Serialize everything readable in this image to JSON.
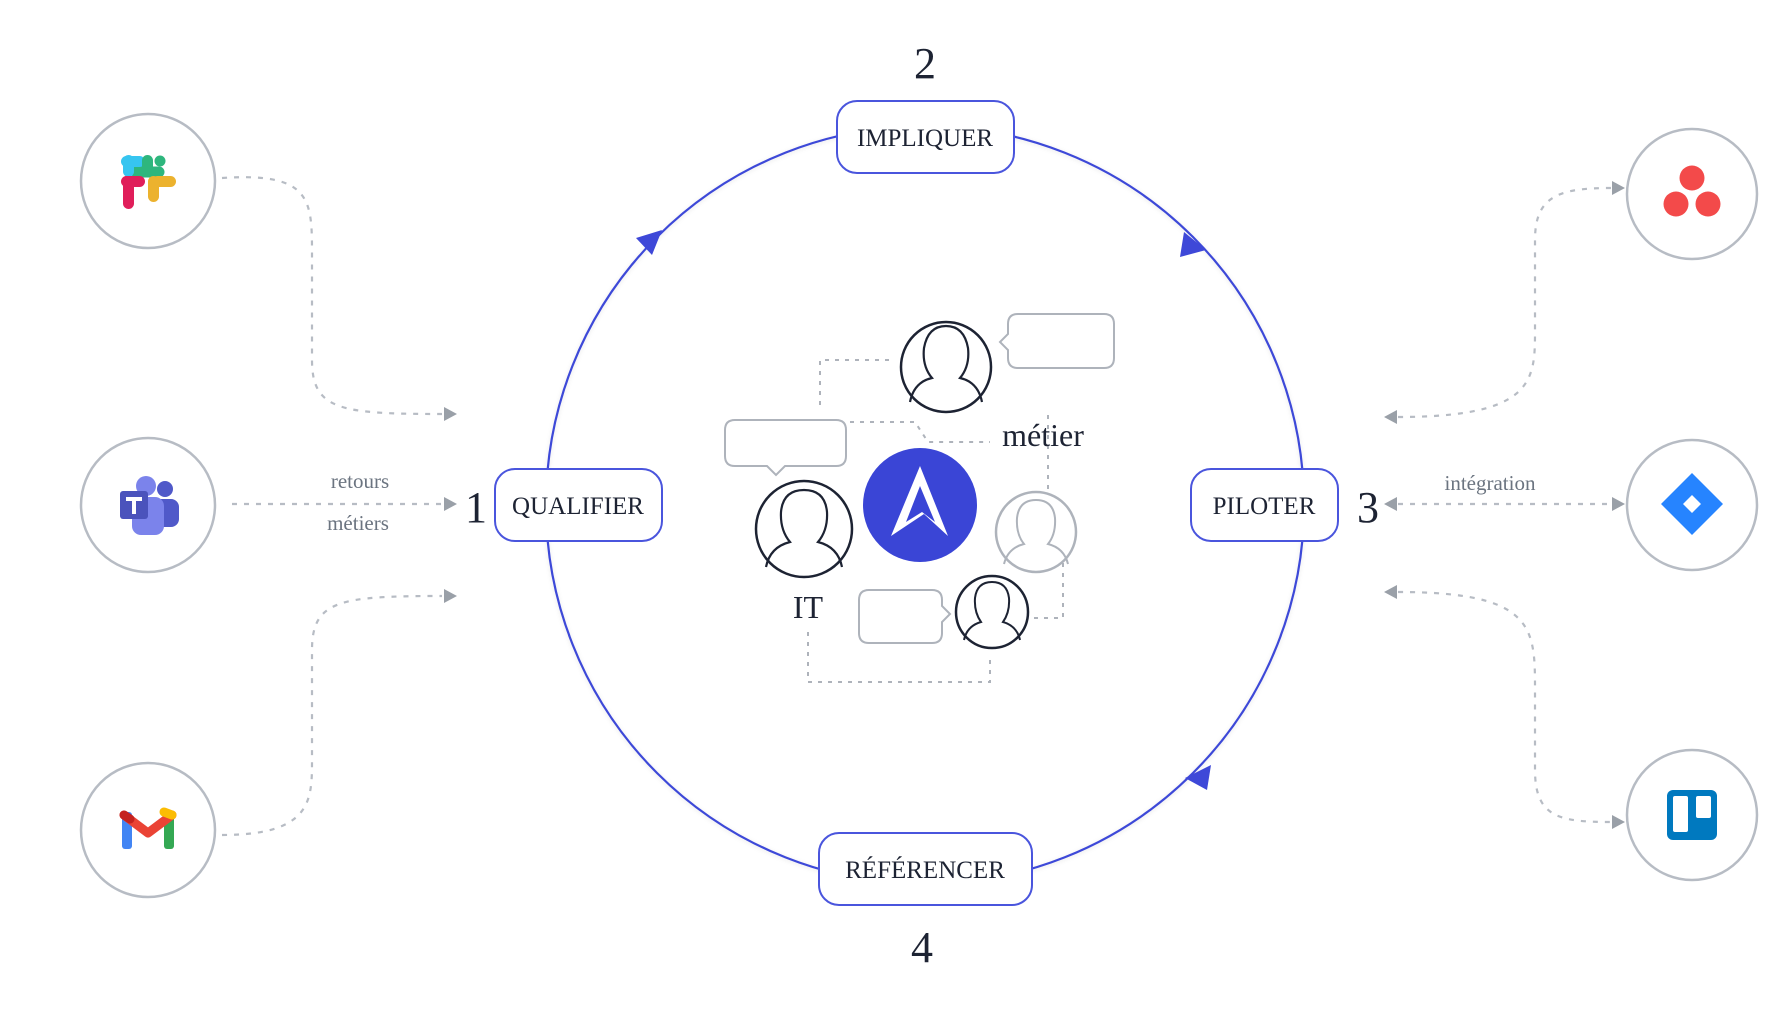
{
  "stages": [
    {
      "key": "qualifier",
      "label": "QUALIFIER",
      "number": "1"
    },
    {
      "key": "impliquer",
      "label": "IMPLIQUER",
      "number": "2"
    },
    {
      "key": "piloter",
      "label": "PILOTER",
      "number": "3"
    },
    {
      "key": "referencer",
      "label": "RÉFÉRENCER",
      "number": "4"
    }
  ],
  "left_note": {
    "line1": "retours",
    "line2": "métiers"
  },
  "right_note": {
    "line1": "intégration"
  },
  "center": {
    "label_metier": "métier",
    "label_it": "IT"
  },
  "left_apps": [
    "slack-logo-icon",
    "teams-logo-icon",
    "gmail-logo-icon"
  ],
  "right_apps": [
    "asana-logo-icon",
    "jira-logo-icon",
    "trello-logo-icon"
  ],
  "colors": {
    "cycle": "#3e48d8",
    "label_border": "#4a55dd",
    "logo": "#3a45d6",
    "text": "#1d2333",
    "muted": "#6b7480",
    "dots": "#b7bcc4"
  }
}
